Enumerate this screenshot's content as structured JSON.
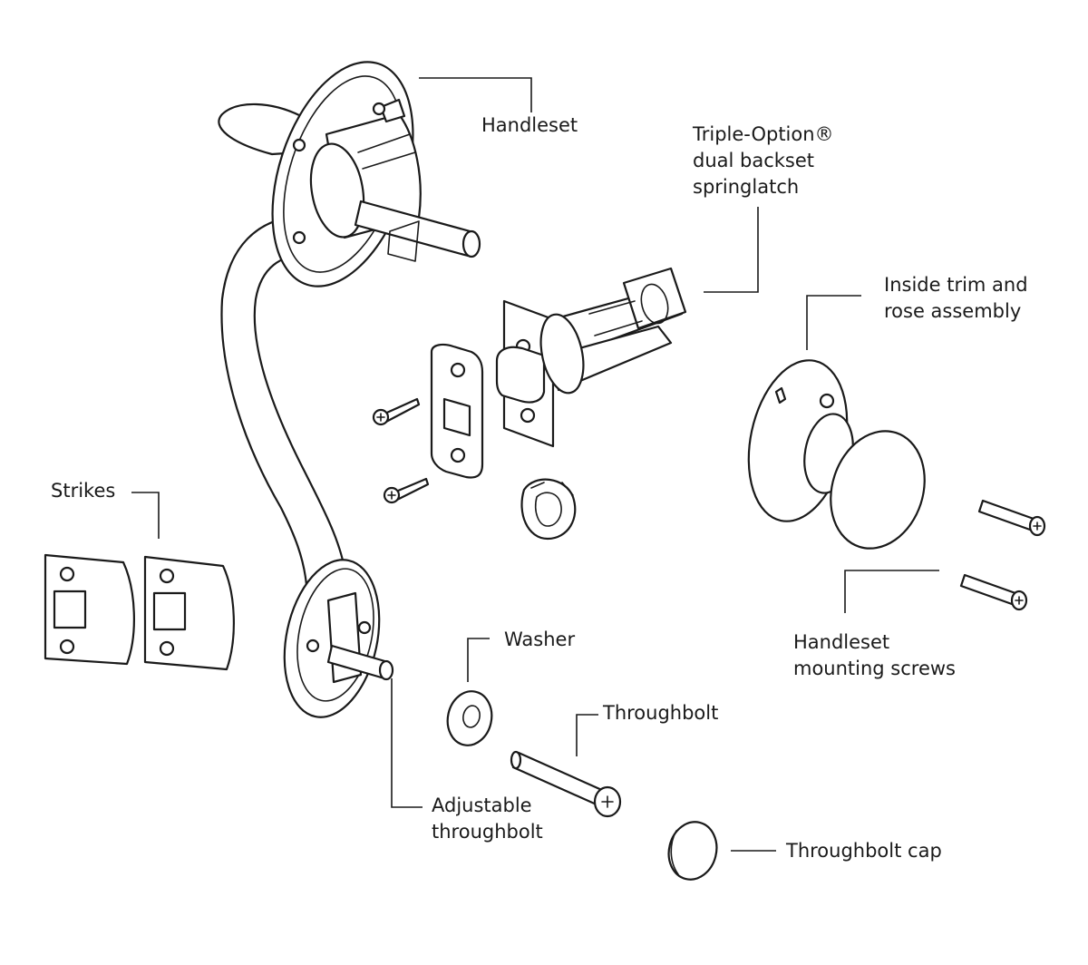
{
  "labels": {
    "handleset": "Handleset",
    "springlatch": [
      "Triple-Option®",
      "dual backset",
      "springlatch"
    ],
    "inside_trim": [
      "Inside trim and",
      "rose assembly"
    ],
    "strikes": "Strikes",
    "mounting_screws": [
      "Handleset",
      "mounting screws"
    ],
    "washer": "Washer",
    "throughbolt": "Throughbolt",
    "adjustable_throughbolt": [
      "Adjustable",
      "throughbolt"
    ],
    "throughbolt_cap": "Throughbolt cap"
  },
  "colors": {
    "ink": "#1a1a1a",
    "background": "#ffffff"
  }
}
